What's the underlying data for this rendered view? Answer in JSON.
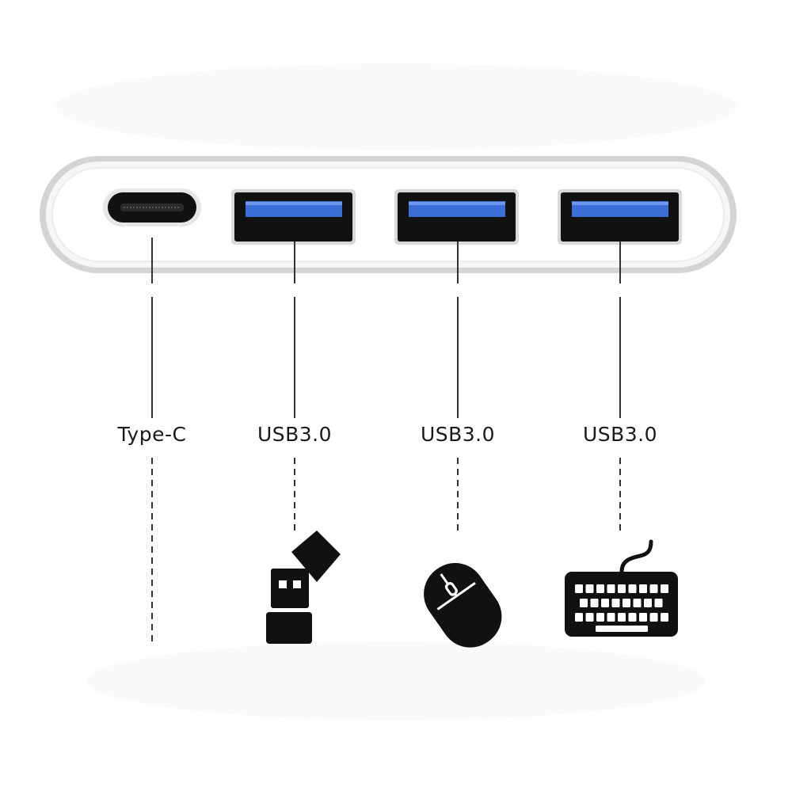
{
  "ports": [
    {
      "id": "type-c",
      "label": "Type-C",
      "kind": "usb-c-port",
      "device_icon": ""
    },
    {
      "id": "usb-1",
      "label": "USB3.0",
      "kind": "usb-a-port",
      "device_icon": "usb-flash-drive-icon"
    },
    {
      "id": "usb-2",
      "label": "USB3.0",
      "kind": "usb-a-port",
      "device_icon": "mouse-icon"
    },
    {
      "id": "usb-3",
      "label": "USB3.0",
      "kind": "usb-a-port",
      "device_icon": "keyboard-icon"
    }
  ],
  "colors": {
    "hub_body": "#f4f4f4",
    "hub_edge": "#cfcfcf",
    "port_black": "#111111",
    "usb3_blue": "#3b6fd8",
    "line": "#333333"
  }
}
